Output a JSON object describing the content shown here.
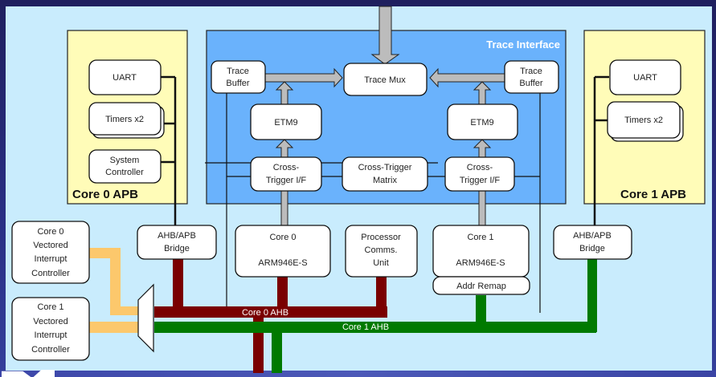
{
  "diagram": {
    "title": "Dual ARM946E-S core system block diagram",
    "colors": {
      "frame": "#24246a",
      "background": "#c9ecfd",
      "apb_region": "#fffcb8",
      "trace_region": "#6ab2fc",
      "core0_ahb": "#7a0000",
      "core1_ahb": "#007a00",
      "interrupt_link": "#fcc86c",
      "trace_arrow": "#bcbcbc"
    },
    "regions": {
      "core0_apb": "Core 0 APB",
      "core1_apb": "Core 1 APB",
      "trace_interface": "Trace Interface"
    },
    "core0_apb_blocks": {
      "uart": "UART",
      "timers": "Timers x2",
      "system_controller": [
        "System",
        "Controller"
      ]
    },
    "core1_apb_blocks": {
      "uart": "UART",
      "timers": "Timers x2"
    },
    "trace_blocks": {
      "trace_buffer_left": [
        "Trace",
        "Buffer"
      ],
      "trace_mux": "Trace Mux",
      "trace_buffer_right": [
        "Trace",
        "Buffer"
      ],
      "etm_left": "ETM9",
      "etm_right": "ETM9",
      "cti_left": [
        "Cross-",
        "Trigger I/F"
      ],
      "ctm": [
        "Cross-Trigger",
        "Matrix"
      ],
      "cti_right": [
        "Cross-",
        "Trigger I/F"
      ]
    },
    "bottom_blocks": {
      "vic0": [
        "Core 0",
        "Vectored",
        "Interrupt",
        "Controller"
      ],
      "vic1": [
        "Core 1",
        "Vectored",
        "Interrupt",
        "Controller"
      ],
      "bridge0": [
        "AHB/APB",
        "Bridge"
      ],
      "core0": [
        "Core 0",
        "ARM946E-S"
      ],
      "pcu": [
        "Processor",
        "Comms.",
        "Unit"
      ],
      "core1": [
        "Core 1",
        "ARM946E-S"
      ],
      "addr_remap": "Addr Remap",
      "bridge1": [
        "AHB/APB",
        "Bridge"
      ]
    },
    "buses": {
      "core0_ahb": "Core 0 AHB",
      "core1_ahb": "Core 1 AHB"
    }
  }
}
